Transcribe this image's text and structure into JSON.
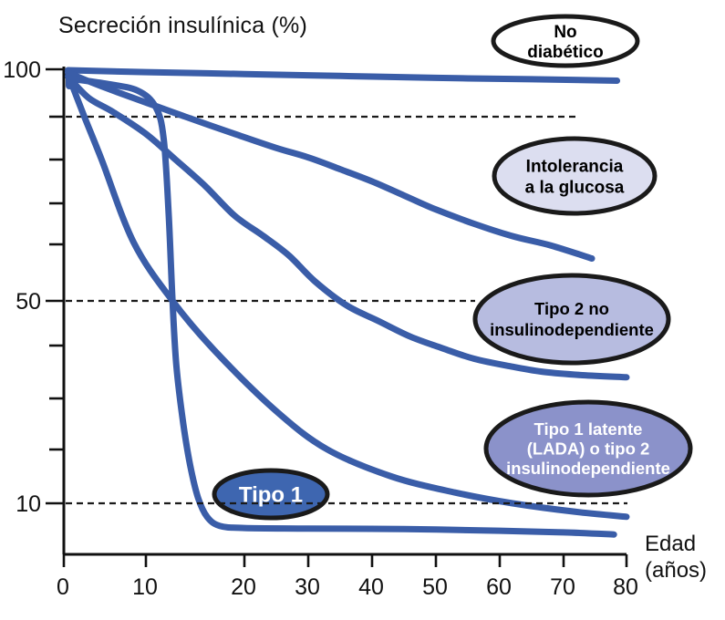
{
  "title": "Secreción insulínica (%)",
  "axis": {
    "edad_line1": "Edad",
    "edad_line2": "(años)"
  },
  "chart_data": {
    "type": "line",
    "title": "Secreción insulínica (%)",
    "xlabel": "Edad (años)",
    "ylabel": "Secreción insulínica (%)",
    "xlim": [
      0,
      80
    ],
    "ylim": [
      0,
      100
    ],
    "x_ticks": [
      0,
      10,
      20,
      30,
      40,
      50,
      60,
      70,
      80
    ],
    "y_major_ticks": [
      100,
      50,
      10
    ],
    "y_minor_ticks": [
      90,
      80,
      70,
      60,
      40,
      30,
      20
    ],
    "dashed_reference_lines": [
      90,
      50,
      10
    ],
    "legend_position": "labels-in-ellipses-on-plot",
    "grid": "horizontal dashed reference lines only",
    "series": [
      {
        "id": "no-diabetico",
        "name": "No diabético",
        "points": [
          [
            0.5,
            99.8
          ],
          [
            10,
            99.4
          ],
          [
            20,
            99.0
          ],
          [
            35,
            98.6
          ],
          [
            50,
            98.2
          ],
          [
            65,
            97.9
          ],
          [
            78.5,
            97.6
          ]
        ]
      },
      {
        "id": "intolerancia",
        "name": "Intolerancia a la glucosa",
        "points": [
          [
            0.5,
            99.3
          ],
          [
            3,
            97.5
          ],
          [
            6,
            95.5
          ],
          [
            10,
            93
          ],
          [
            14,
            90
          ],
          [
            19,
            86
          ],
          [
            25,
            82.7
          ],
          [
            30,
            80.5
          ],
          [
            35,
            77.8
          ],
          [
            40,
            75
          ],
          [
            45,
            71.8
          ],
          [
            50,
            68.5
          ],
          [
            56,
            65
          ],
          [
            62,
            62
          ],
          [
            68,
            59.8
          ],
          [
            74.5,
            57.5
          ]
        ]
      },
      {
        "id": "tipo-2",
        "name": "Tipo 2 no insulinodependiente",
        "points": [
          [
            0.5,
            98.5
          ],
          [
            3,
            94
          ],
          [
            6,
            91
          ],
          [
            10,
            86
          ],
          [
            13,
            80
          ],
          [
            16,
            74
          ],
          [
            19,
            67
          ],
          [
            23,
            62
          ],
          [
            27,
            58
          ],
          [
            31,
            53.5
          ],
          [
            36,
            49
          ],
          [
            41,
            45.5
          ],
          [
            46,
            42
          ],
          [
            51,
            39.5
          ],
          [
            56,
            37.5
          ],
          [
            62,
            36
          ],
          [
            67,
            35
          ],
          [
            73,
            34.4
          ],
          [
            80,
            34
          ]
        ]
      },
      {
        "id": "lada",
        "name": "Tipo 1 latente (LADA) o tipo 2 insulinodependiente",
        "points": [
          [
            0.6,
            98.5
          ],
          [
            2.5,
            90
          ],
          [
            4.6,
            80
          ],
          [
            8.5,
            60.5
          ],
          [
            12.7,
            50
          ],
          [
            17,
            39
          ],
          [
            25,
            27.5
          ],
          [
            33,
            20
          ],
          [
            43,
            15
          ],
          [
            53,
            12
          ],
          [
            62,
            10
          ],
          [
            72,
            8.4
          ],
          [
            80,
            7.5
          ]
        ]
      },
      {
        "id": "tipo-1",
        "name": "Tipo 1",
        "points": [
          [
            0.8,
            98
          ],
          [
            5,
            97
          ],
          [
            9,
            95.5
          ],
          [
            11,
            92
          ],
          [
            11.8,
            85
          ],
          [
            12.3,
            68
          ],
          [
            12.7,
            50
          ],
          [
            13.1,
            36
          ],
          [
            13.8,
            25
          ],
          [
            14.5,
            17
          ],
          [
            15.3,
            11
          ],
          [
            16.2,
            7.5
          ],
          [
            17.5,
            5.8
          ],
          [
            20,
            5.4
          ],
          [
            30,
            5.3
          ],
          [
            45,
            5.2
          ],
          [
            60,
            4.9
          ],
          [
            70,
            4.6
          ],
          [
            78,
            4.2
          ]
        ]
      }
    ]
  },
  "ellipse_labels": [
    {
      "id": "no-diabetico",
      "lines": [
        "No",
        "diabético"
      ],
      "fill": "#ffffff",
      "text_color": "#000000"
    },
    {
      "id": "intolerancia",
      "lines": [
        "Intolerancia",
        "a la glucosa"
      ],
      "fill": "#dcdef0",
      "text_color": "#000000"
    },
    {
      "id": "tipo-2",
      "lines": [
        "Tipo 2 no",
        "insulinodependiente"
      ],
      "fill": "#b7bce0",
      "text_color": "#000000"
    },
    {
      "id": "lada",
      "lines": [
        "Tipo 1 latente",
        "(LADA) o tipo 2",
        "insulinodependiente"
      ],
      "fill": "#8b92ca",
      "text_color": "#ffffff"
    },
    {
      "id": "tipo-1",
      "lines": [
        "Tipo 1"
      ],
      "fill": "#3e66b0",
      "text_color": "#ffffff"
    }
  ],
  "colors": {
    "curve": "#3a5da8",
    "axis": "#111111",
    "dashed_line": "#1a1a1a",
    "ellipse_border": "#1a1a1a",
    "background": "#ffffff"
  }
}
